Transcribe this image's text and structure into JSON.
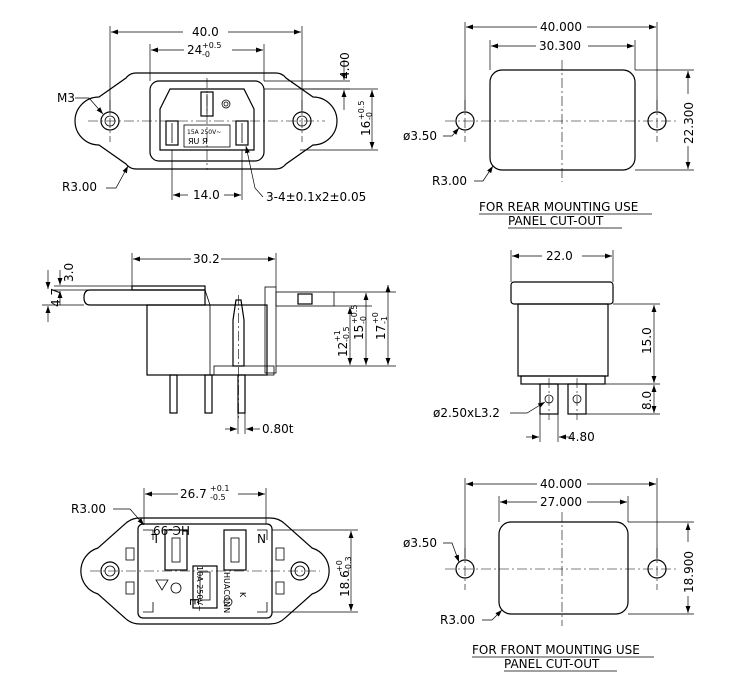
{
  "views": {
    "top_left": {
      "width": "40.0",
      "inner_width": "24",
      "inner_width_tol_upper": "+0.5",
      "inner_width_tol_lower": "-0",
      "mount_thread": "M3",
      "corner_radius": "R3.00",
      "pin_spacing": "14.0",
      "offset": "4.00",
      "height": "16",
      "height_tol_upper": "+0.5",
      "height_tol_lower": "-0",
      "pin_note": "3-4±0.1x2±0.05",
      "face_rating": "15A 250V~"
    },
    "top_right": {
      "width": "40.000",
      "inner_width": "30.300",
      "height": "22.300",
      "hole": "ø3.50",
      "corner_radius": "R3.00",
      "caption_line1": "FOR REAR MOUNTING USE",
      "caption_line2": "PANEL CUT-OUT"
    },
    "middle_left": {
      "body_width": "30.2",
      "flange_a": "3.0",
      "flange_b": "4.7",
      "dim_a": "12",
      "dim_a_tol_upper": "+1",
      "dim_a_tol_lower": "-0.5",
      "dim_b": "15",
      "dim_b_tol_upper": "+0.5",
      "dim_b_tol_lower": "-0",
      "dim_c": "17",
      "dim_c_tol_upper": "+0",
      "dim_c_tol_lower": "-1",
      "pin_thickness": "0.80t"
    },
    "middle_right": {
      "width": "22.0",
      "body_height": "15.0",
      "pin_length": "8.0",
      "pin_hole": "ø2.50xL3.2",
      "pin_spacing": "4.80"
    },
    "bottom_left": {
      "corner_radius": "R3.00",
      "width": "26.7",
      "width_tol_upper": "+0.1",
      "width_tol_lower": "-0.5",
      "height": "18.6",
      "height_tol_upper": "+0",
      "height_tol_lower": "-0.3",
      "model": "HC-99",
      "brand": "HUACONN",
      "rating": "10A 250V~",
      "label_l": "L",
      "label_n": "N",
      "label_e": "E"
    },
    "bottom_right": {
      "width": "40.000",
      "inner_width": "27.000",
      "height": "18.900",
      "hole": "ø3.50",
      "corner_radius": "R3.00",
      "caption_line1": "FOR FRONT MOUNTING USE",
      "caption_line2": "PANEL CUT-OUT"
    }
  }
}
